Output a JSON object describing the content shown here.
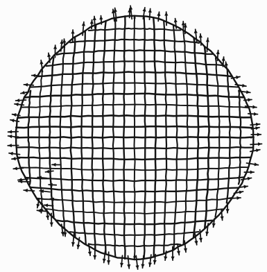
{
  "figure": {
    "description_free": true,
    "ink_color": "#141414",
    "background_color": "#ffffff",
    "mesh_horizontal_lines": 23,
    "mesh_vertical_lines": 23,
    "boundary_vectors_per_side": 22
  }
}
